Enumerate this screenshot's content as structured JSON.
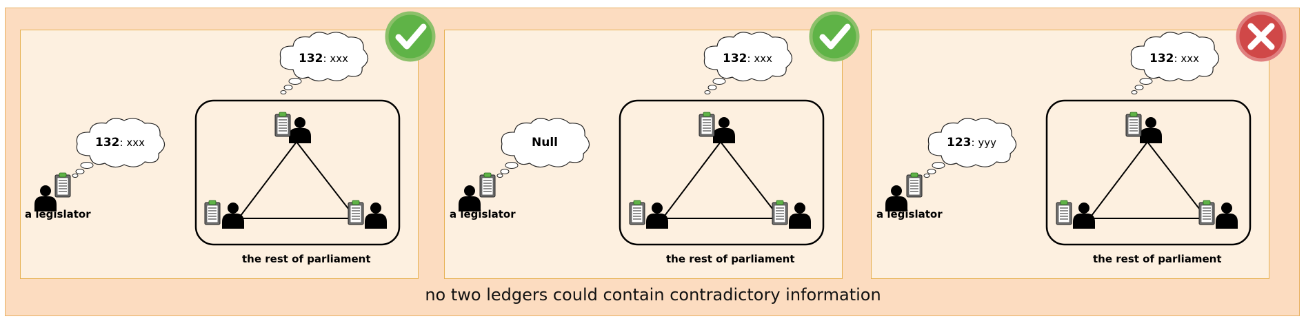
{
  "caption": "no two ledgers could contain contradictory information",
  "scenarios": [
    {
      "legislator_label": "a legislator",
      "group_label": "the rest of parliament",
      "legislator_thought_key": "132",
      "legislator_thought_value": ": xxx",
      "parliament_thought_key": "132",
      "parliament_thought_value": ": xxx",
      "status": "valid",
      "status_icon": "checkmark-icon"
    },
    {
      "legislator_label": "a legislator",
      "group_label": "the rest of parliament",
      "legislator_thought_key": "Null",
      "legislator_thought_value": "",
      "parliament_thought_key": "132",
      "parliament_thought_value": ": xxx",
      "status": "valid",
      "status_icon": "checkmark-icon"
    },
    {
      "legislator_label": "a legislator",
      "group_label": "the rest of parliament",
      "legislator_thought_key": "123",
      "legislator_thought_value": ": yyy",
      "parliament_thought_key": "132",
      "parliament_thought_value": ": xxx",
      "status": "invalid",
      "status_icon": "cross-icon"
    }
  ],
  "colors": {
    "outer_background": "#fcdcc0",
    "panel_background": "#fdf0e0",
    "check_fill": "#5fb347",
    "check_ring": "#8cc06a",
    "cross_fill": "#d04848",
    "cross_ring": "#e08080"
  }
}
